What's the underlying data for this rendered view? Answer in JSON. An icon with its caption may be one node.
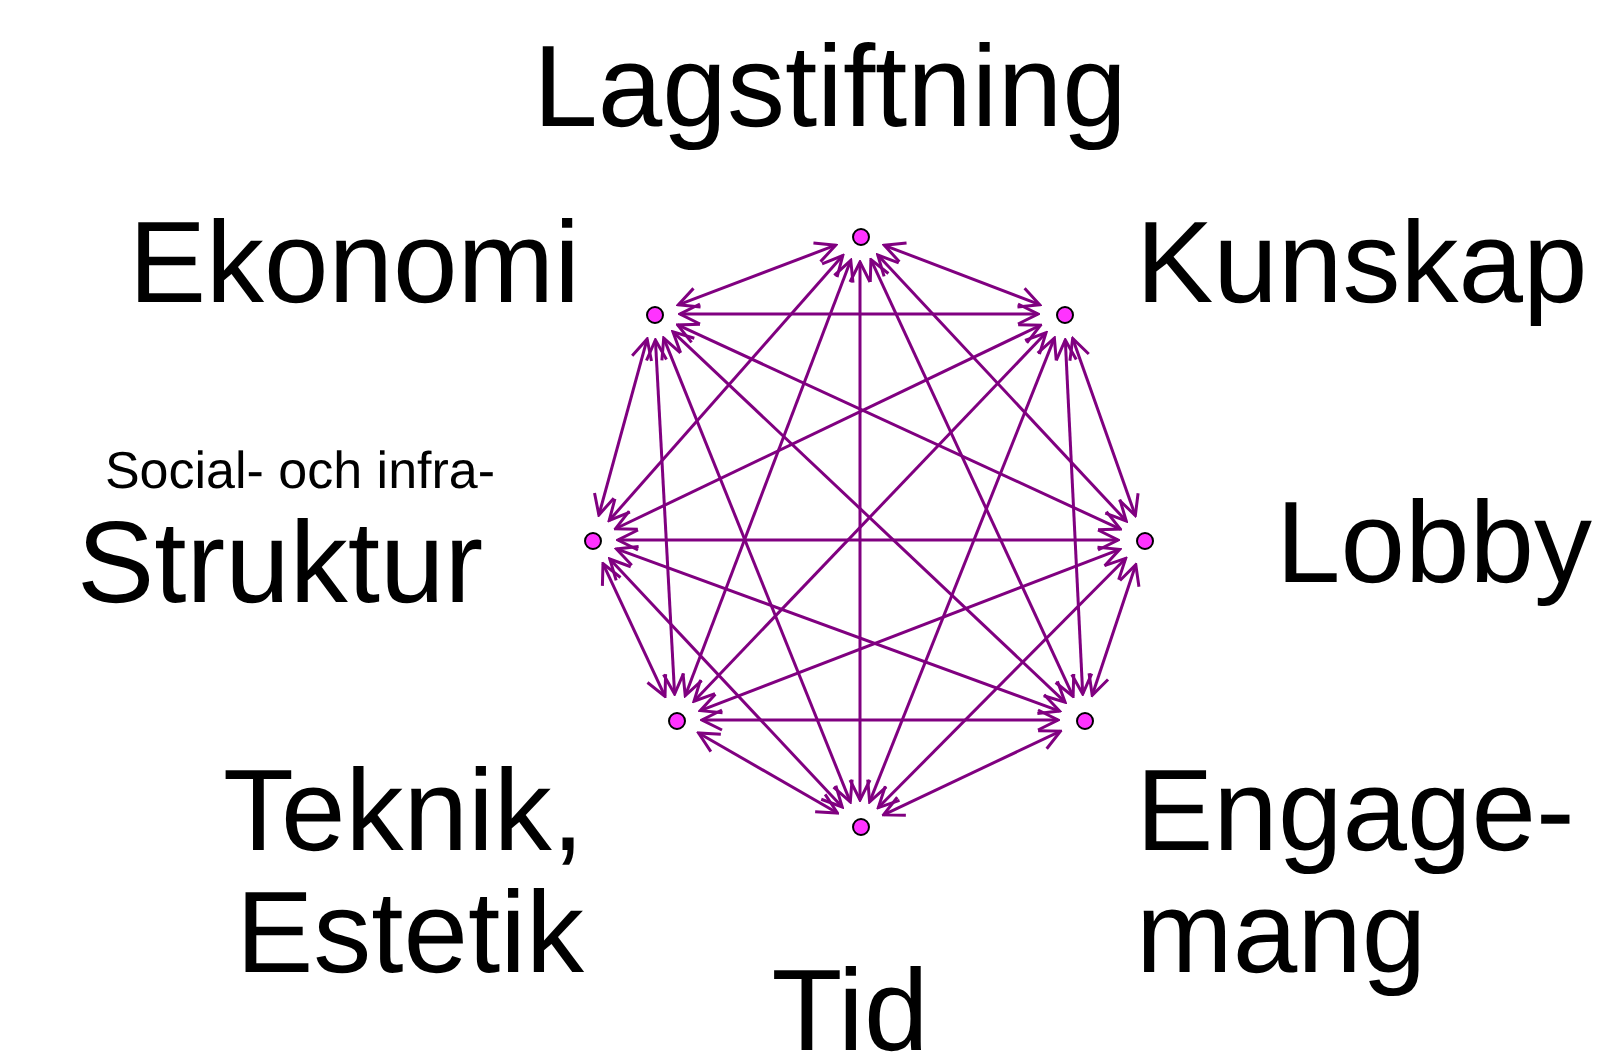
{
  "diagram": {
    "nodes": [
      {
        "text": [],
        "shape": "circle",
        "beside": [
          "Lagstiftning"
        ]
      },
      {
        "text": [],
        "shape": "circle",
        "beside": [
          "Ekonomi"
        ]
      },
      {
        "text": [],
        "shape": "circle",
        "beside": [
          "Kunskap"
        ]
      },
      {
        "text": [],
        "shape": "circle",
        "beside": [
          "Social- och infra-",
          "Struktur"
        ]
      },
      {
        "text": [],
        "shape": "circle",
        "beside": [
          "Lobby"
        ]
      },
      {
        "text": [],
        "shape": "circle",
        "beside": [
          "Teknik, Estetik"
        ]
      },
      {
        "text": [],
        "shape": "circle",
        "beside": [
          "Engage- mang"
        ]
      },
      {
        "text": [],
        "shape": "circle",
        "beside": [
          "Tid"
        ]
      }
    ],
    "edges": [
      {
        "from": 0,
        "to": 1,
        "arrow": "both"
      },
      {
        "from": 0,
        "to": 2,
        "arrow": "both"
      },
      {
        "from": 0,
        "to": 3,
        "arrow": "both"
      },
      {
        "from": 0,
        "to": 4,
        "arrow": "both"
      },
      {
        "from": 0,
        "to": 5,
        "arrow": "both"
      },
      {
        "from": 0,
        "to": 6,
        "arrow": "both"
      },
      {
        "from": 0,
        "to": 7,
        "arrow": "both"
      },
      {
        "from": 1,
        "to": 2,
        "arrow": "both"
      },
      {
        "from": 1,
        "to": 3,
        "arrow": "both"
      },
      {
        "from": 1,
        "to": 4,
        "arrow": "both"
      },
      {
        "from": 1,
        "to": 5,
        "arrow": "both"
      },
      {
        "from": 1,
        "to": 6,
        "arrow": "both"
      },
      {
        "from": 1,
        "to": 7,
        "arrow": "both"
      },
      {
        "from": 2,
        "to": 3,
        "arrow": "both"
      },
      {
        "from": 2,
        "to": 4,
        "arrow": "both"
      },
      {
        "from": 2,
        "to": 5,
        "arrow": "both"
      },
      {
        "from": 2,
        "to": 6,
        "arrow": "both"
      },
      {
        "from": 2,
        "to": 7,
        "arrow": "both"
      },
      {
        "from": 3,
        "to": 4,
        "arrow": "both"
      },
      {
        "from": 3,
        "to": 5,
        "arrow": "both"
      },
      {
        "from": 3,
        "to": 6,
        "arrow": "both"
      },
      {
        "from": 3,
        "to": 7,
        "arrow": "both"
      },
      {
        "from": 4,
        "to": 5,
        "arrow": "both"
      },
      {
        "from": 4,
        "to": 6,
        "arrow": "both"
      },
      {
        "from": 4,
        "to": 7,
        "arrow": "both"
      },
      {
        "from": 5,
        "to": 6,
        "arrow": "both"
      },
      {
        "from": 5,
        "to": 7,
        "arrow": "both"
      },
      {
        "from": 6,
        "to": 7,
        "arrow": "both"
      }
    ]
  }
}
